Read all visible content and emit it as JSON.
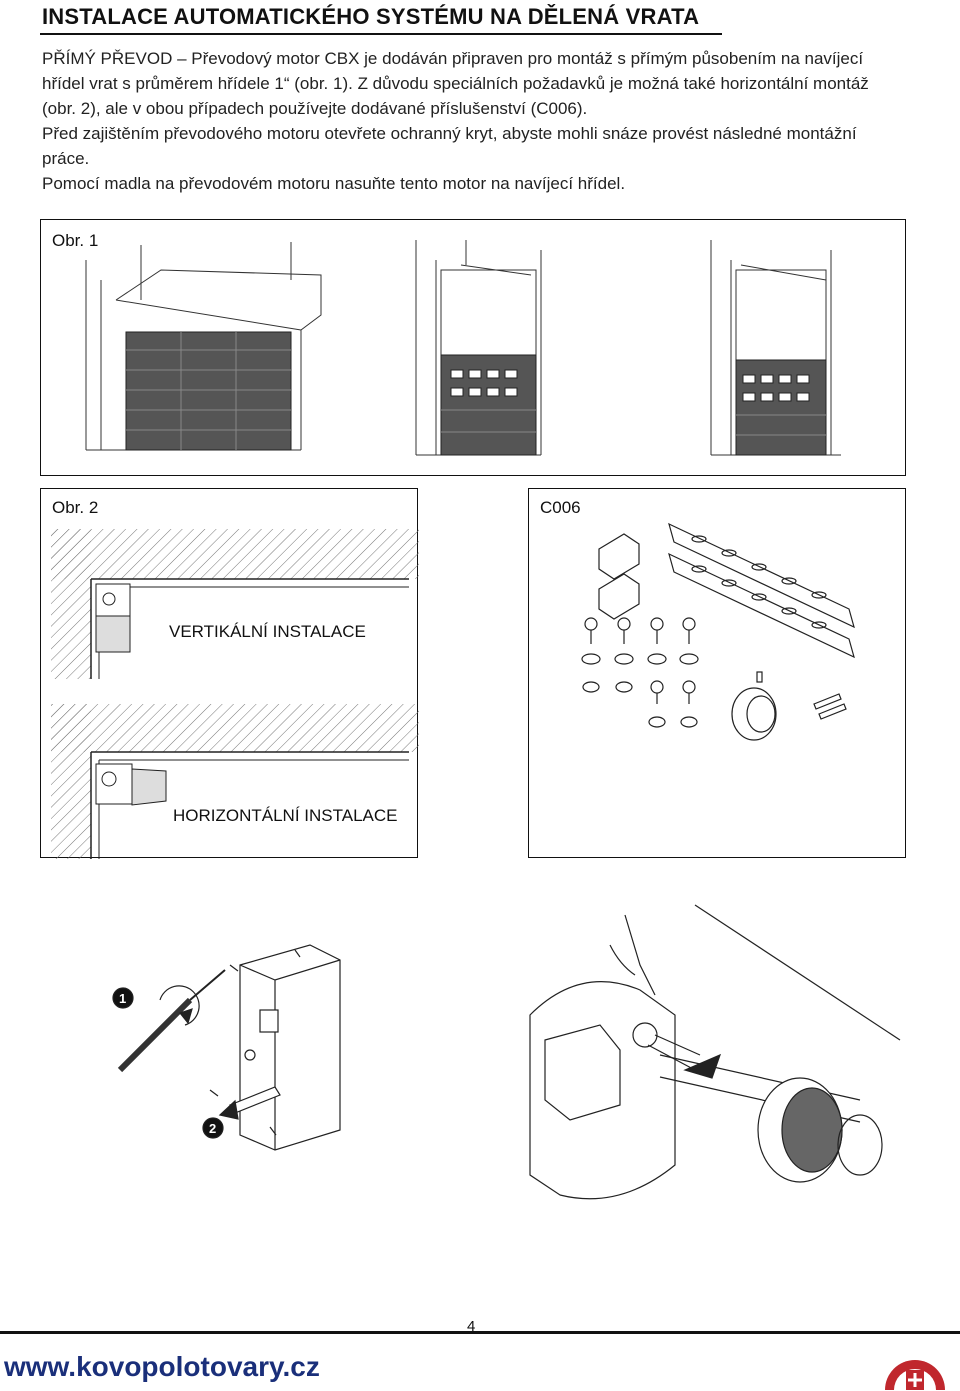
{
  "heading": "INSTALACE AUTOMATICKÉHO SYSTÉMU NA DĚLENÁ VRATA",
  "paragraphs": [
    "PŘÍMÝ PŘEVOD – Převodový motor CBX je dodáván připraven pro montáž s přímým působením na navíjecí",
    "hřídel vrat s průměrem hřídele 1“ (obr. 1). Z důvodu speciálních požadavků je možná také horizontální montáž",
    "(obr. 2), ale v obou případech používejte dodávané příslušenství (C006).",
    "Před zajištěním převodového motoru otevřete ochranný kryt, abyste mohli snáze provést následné montážní",
    "práce.",
    "Pomocí madla na převodovém motoru nasuňte tento motor na navíjecí hřídel."
  ],
  "figures": {
    "fig1_label": "Obr. 1",
    "fig2_label": "Obr. 2",
    "c006_label": "C006",
    "vertical_label": "VERTIKÁLNÍ INSTALACE",
    "horizontal_label": "HORIZONTÁLNÍ INSTALACE",
    "step1": "1",
    "step2": "2"
  },
  "footer": {
    "page_number": "4",
    "url": "www.kovopolotovary.cz"
  },
  "colors": {
    "footer_url": "#1a2f7a",
    "logo_red": "#c0272d"
  }
}
